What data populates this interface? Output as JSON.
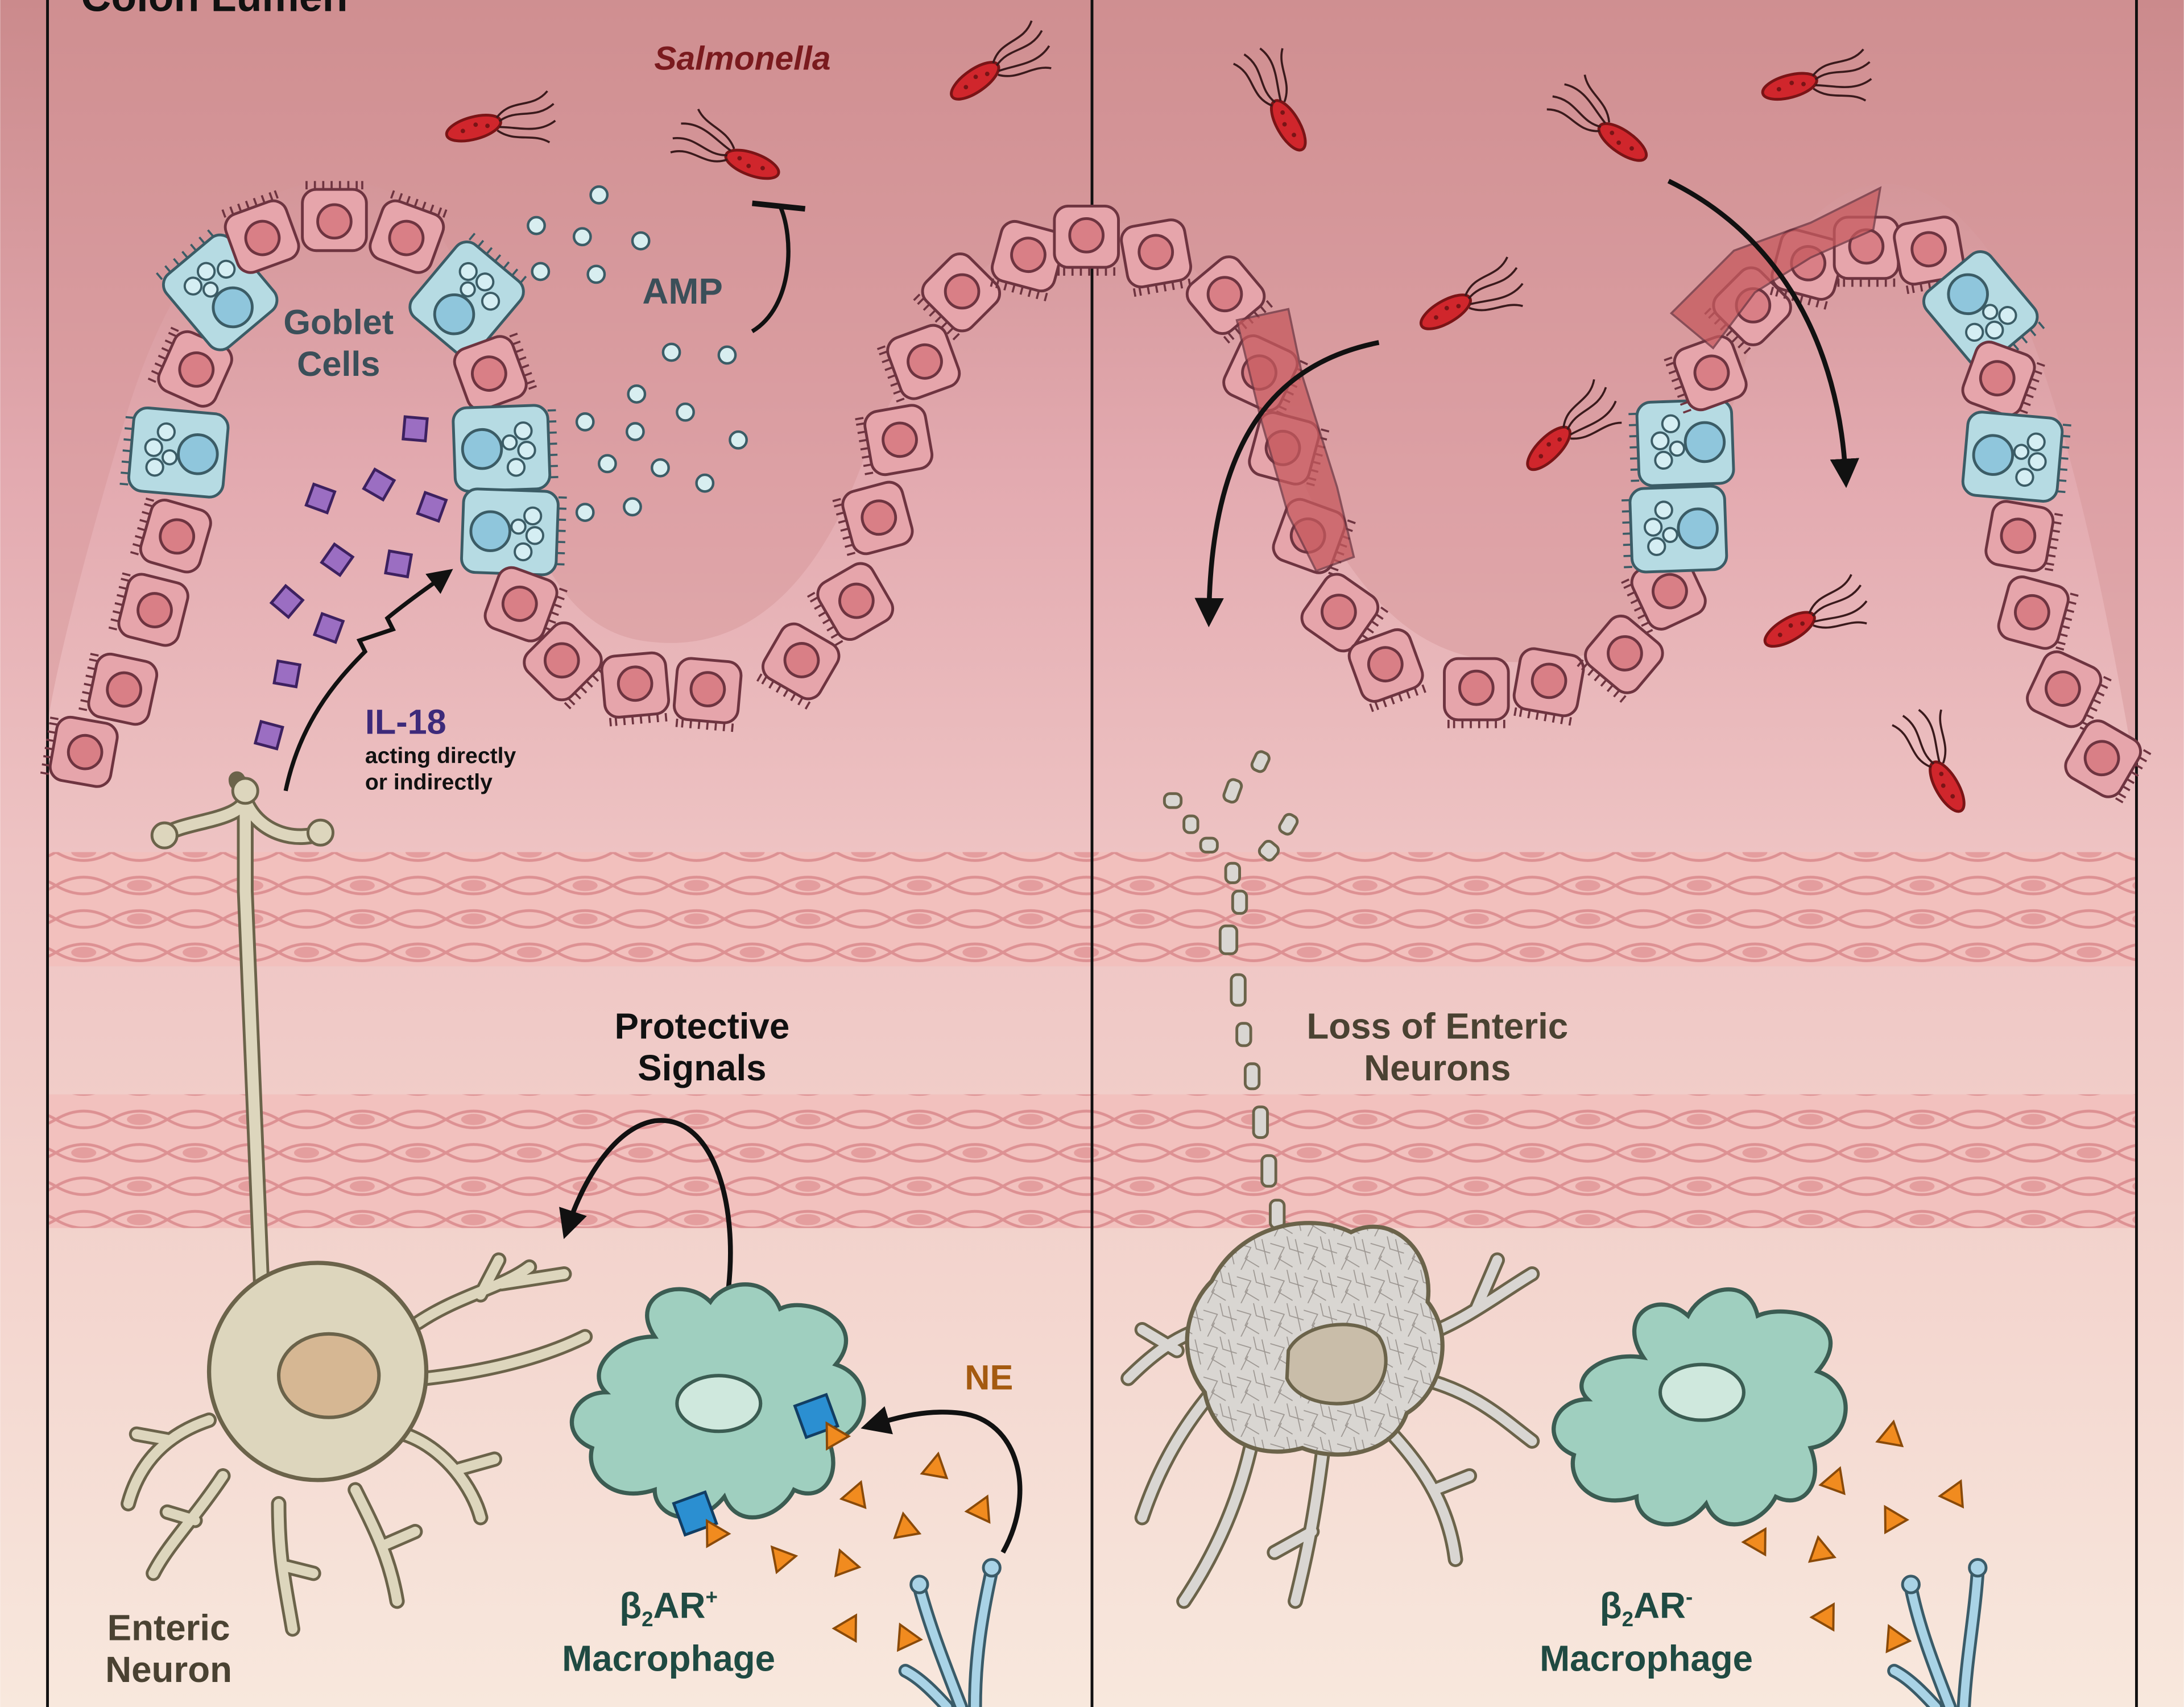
{
  "figure": {
    "title": "Colon Lumen",
    "colors": {
      "lumen_top": "#cd8b8c",
      "lumen_mid": "#e8b8bd",
      "submucosa": "#f3d3cf",
      "base": "#f7e6dc",
      "epithelium_fill": "#e9aab0",
      "epithelium_stroke": "#6e3440",
      "nucleus": "#d97f86",
      "goblet": "#a9d4de",
      "goblet_stroke": "#3b5c66",
      "muscle": "#efb5b2",
      "salmonella": "#d0262c",
      "il18": "#9b6ec2",
      "amp": "#d8eef0",
      "neuron": "#ddd6bd",
      "neuron_stroke": "#6b634a",
      "macrophage": "#9fcfbf",
      "receptor": "#2b8fd1",
      "ne": "#f18b1f",
      "sympathetic": "#a9d3e6"
    }
  },
  "labels": {
    "salmonella": "Salmonella",
    "amp": "AMP",
    "goblet_line1": "Goblet",
    "goblet_line2": "Cells",
    "il18": "IL-18",
    "il18_note_line1": "acting directly",
    "il18_note_line2": "or indirectly",
    "protective_line1": "Protective",
    "protective_line2": "Signals",
    "ne": "NE",
    "enteric_line1": "Enteric",
    "enteric_line2": "Neuron",
    "macrophage_pos_beta": "β",
    "macrophage_pos_sub": "2",
    "macrophage_pos_ar": "AR",
    "macrophage_pos_sup": "+",
    "macrophage_word": "Macrophage",
    "loss_line1": "Loss of Enteric",
    "loss_line2": "Neurons",
    "macrophage_neg_beta": "β",
    "macrophage_neg_sub": "2",
    "macrophage_neg_ar": "AR",
    "macrophage_neg_sup": "-",
    "macrophage_neg_word": "Macrophage"
  }
}
